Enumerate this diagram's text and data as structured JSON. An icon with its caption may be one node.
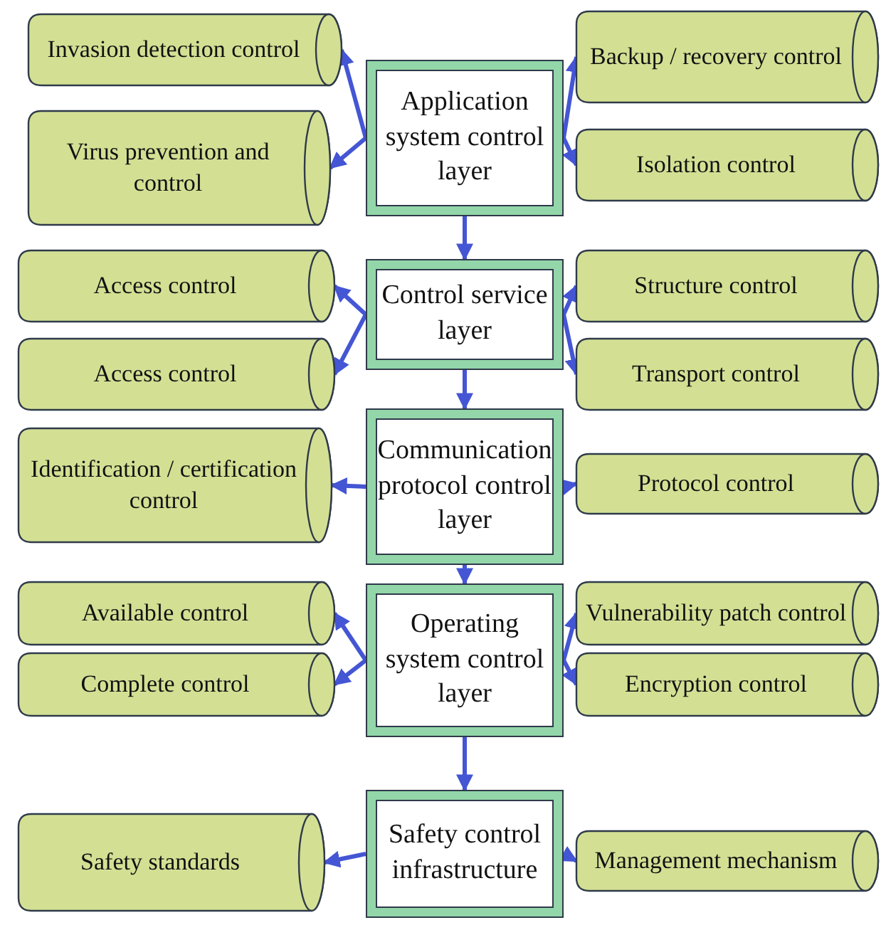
{
  "diagram": {
    "nodes": [
      {
        "text": [
          "Invasion detection control"
        ]
      },
      {
        "text": [
          "Backup / recovery control"
        ]
      },
      {
        "text": [
          "Application system control layer"
        ]
      },
      {
        "text": [
          "Virus prevention and control"
        ]
      },
      {
        "text": [
          "Isolation control"
        ]
      },
      {
        "text": [
          "Access control"
        ]
      },
      {
        "text": [
          "Control service layer"
        ]
      },
      {
        "text": [
          "Structure control"
        ]
      },
      {
        "text": [
          "Access control"
        ]
      },
      {
        "text": [
          "Transport control"
        ]
      },
      {
        "text": [
          "Identification / certification control"
        ]
      },
      {
        "text": [
          "Communication protocol control layer"
        ]
      },
      {
        "text": [
          "Protocol control"
        ]
      },
      {
        "text": [
          "Available control"
        ]
      },
      {
        "text": [
          "Operating system control layer"
        ]
      },
      {
        "text": [
          "Vulnerability patch control"
        ]
      },
      {
        "text": [
          "Complete control"
        ]
      },
      {
        "text": [
          "Encryption control"
        ]
      },
      {
        "text": [
          "Safety standards"
        ]
      },
      {
        "text": [
          "Safety control infrastructure"
        ]
      },
      {
        "text": [
          "Management mechanism"
        ]
      }
    ],
    "edges": [
      {
        "from": 2,
        "to": 0,
        "arrow": "to"
      },
      {
        "from": 2,
        "to": 3,
        "arrow": "to"
      },
      {
        "from": 2,
        "to": 1,
        "arrow": "to"
      },
      {
        "from": 2,
        "to": 4,
        "arrow": "to"
      },
      {
        "from": 2,
        "to": 6,
        "arrow": "to"
      },
      {
        "from": 6,
        "to": 5,
        "arrow": "to"
      },
      {
        "from": 6,
        "to": 8,
        "arrow": "to"
      },
      {
        "from": 6,
        "to": 7,
        "arrow": "to"
      },
      {
        "from": 6,
        "to": 9,
        "arrow": "to"
      },
      {
        "from": 6,
        "to": 11,
        "arrow": "to"
      },
      {
        "from": 11,
        "to": 10,
        "arrow": "to"
      },
      {
        "from": 11,
        "to": 12,
        "arrow": "to"
      },
      {
        "from": 11,
        "to": 14,
        "arrow": "to"
      },
      {
        "from": 14,
        "to": 13,
        "arrow": "to"
      },
      {
        "from": 14,
        "to": 16,
        "arrow": "to"
      },
      {
        "from": 14,
        "to": 15,
        "arrow": "to"
      },
      {
        "from": 14,
        "to": 17,
        "arrow": "to"
      },
      {
        "from": 14,
        "to": 19,
        "arrow": "to"
      },
      {
        "from": 19,
        "to": 18,
        "arrow": "to"
      },
      {
        "from": 19,
        "to": 20,
        "arrow": "to"
      }
    ]
  }
}
